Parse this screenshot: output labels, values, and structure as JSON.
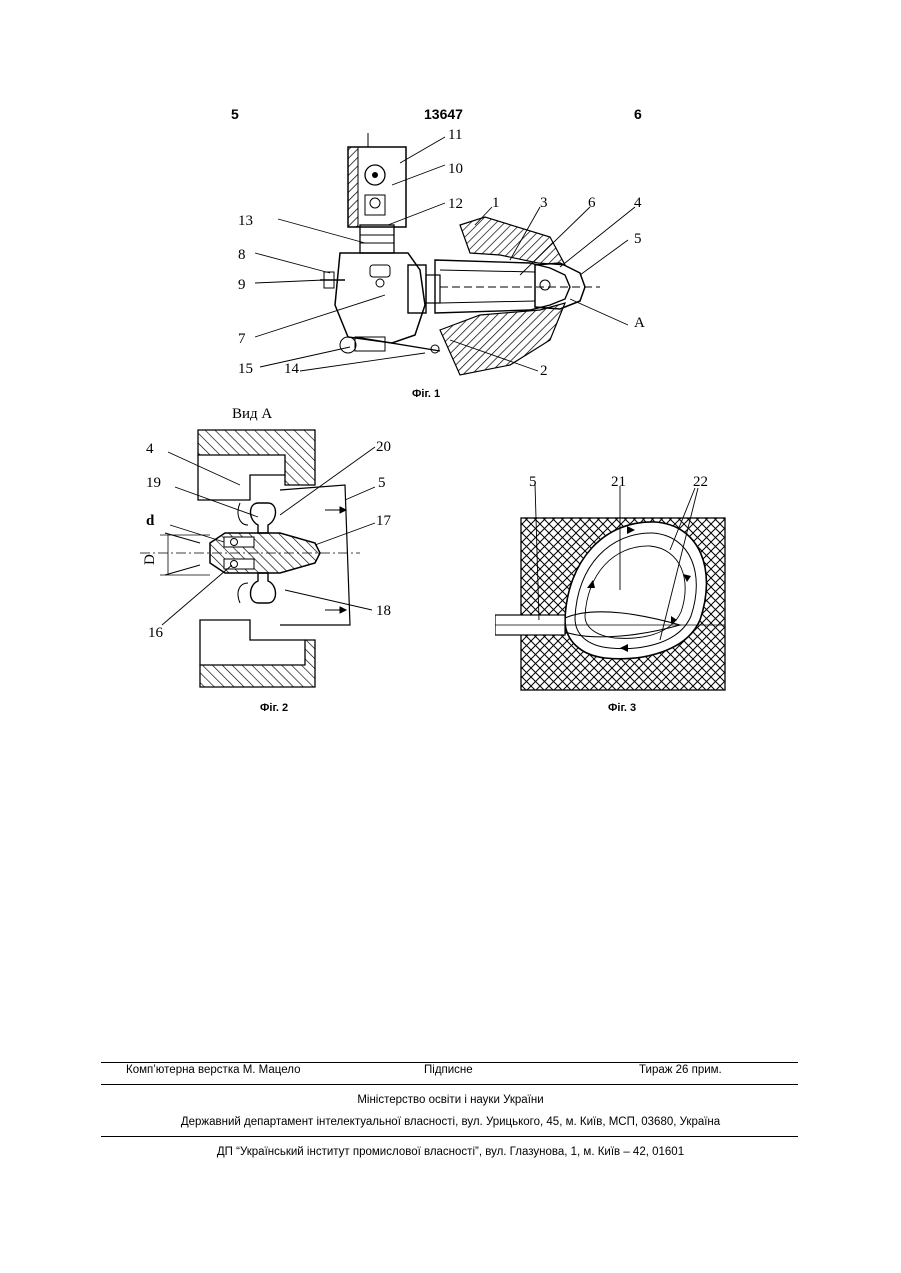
{
  "header": {
    "left": "5",
    "center": "13647",
    "right": "6"
  },
  "figures": {
    "fig1": {
      "caption": "Фіг. 1",
      "labels": [
        "1",
        "2",
        "3",
        "4",
        "5",
        "6",
        "7",
        "8",
        "9",
        "10",
        "11",
        "12",
        "13",
        "14",
        "15",
        "A"
      ]
    },
    "fig2": {
      "caption": "Фіг. 2",
      "title": "Вид А",
      "labels": [
        "4",
        "5",
        "16",
        "17",
        "18",
        "19",
        "20",
        "d",
        "D"
      ]
    },
    "fig3": {
      "caption": "Фіг. 3",
      "labels": [
        "5",
        "21",
        "22"
      ]
    }
  },
  "footer": {
    "row1": {
      "left": "Комп’ютерна верстка М. Мацело",
      "center": "Підписне",
      "right": "Тираж 26 прим."
    },
    "line2": "Міністерство освіти і науки України",
    "line3": "Державний департамент інтелектуальної власності, вул. Урицького, 45, м. Київ, МСП, 03680, Україна",
    "line4": "ДП “Український інститут промислової власності”, вул. Глазунова, 1, м. Київ – 42, 01601"
  }
}
